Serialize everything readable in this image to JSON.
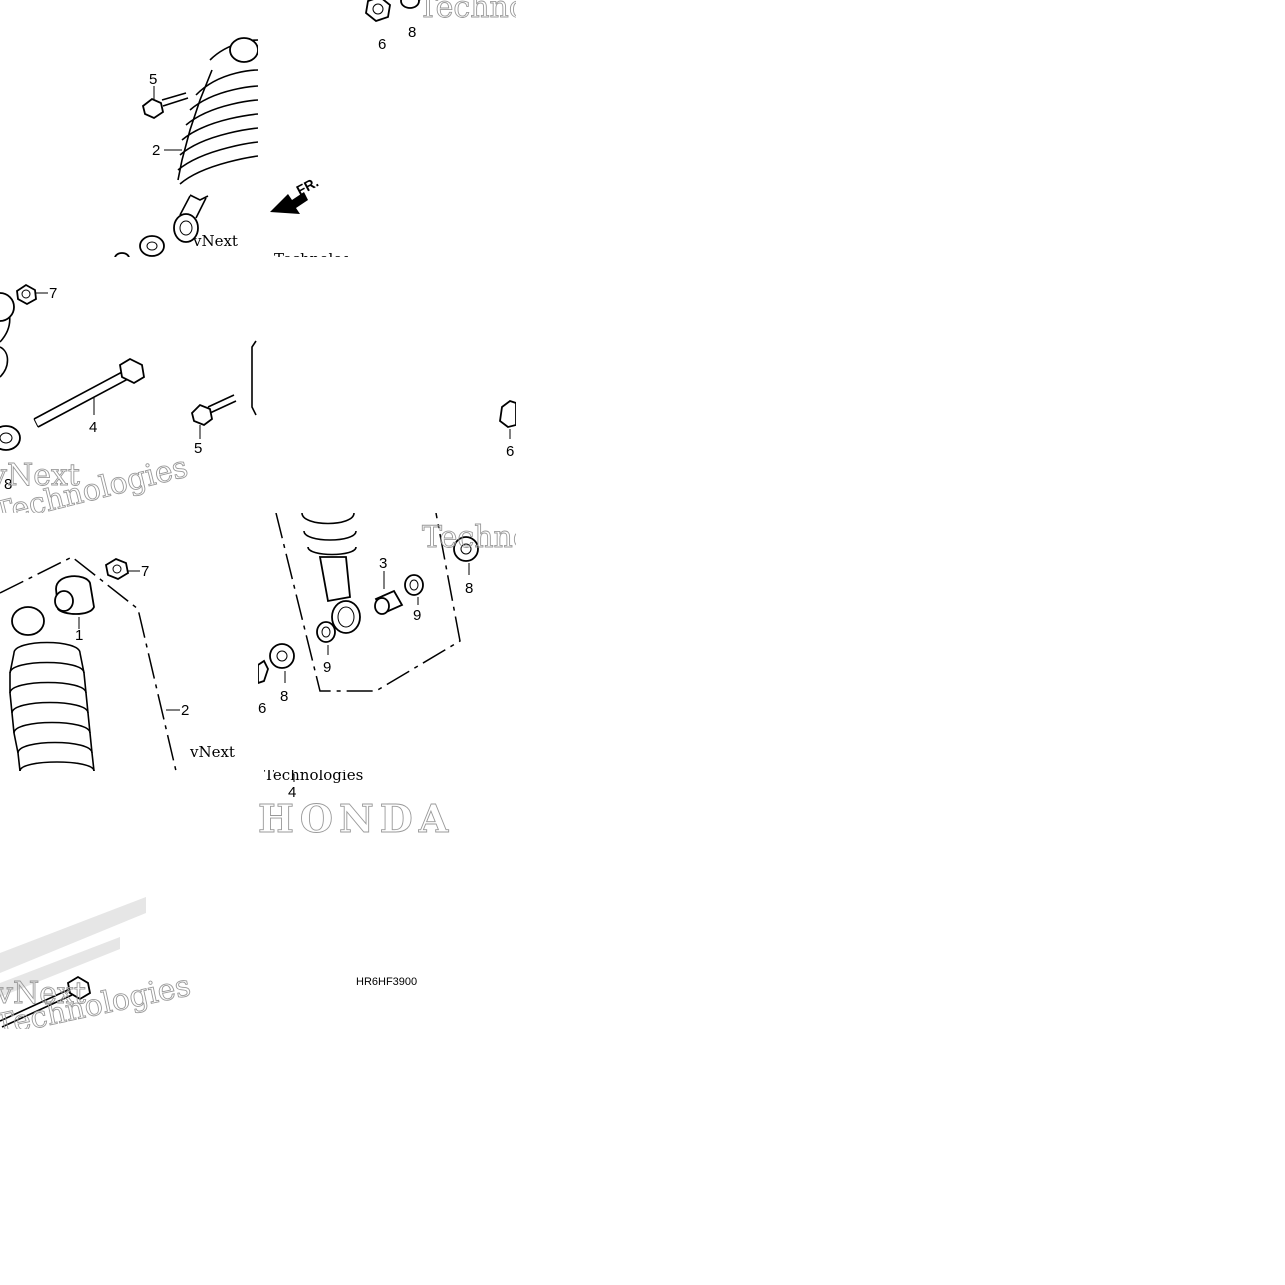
{
  "diagram": {
    "code": "HR6HF3900",
    "watermark": {
      "brand": "Techno",
      "line1": "vNext",
      "line2": "Technologies",
      "logo": "HONDA"
    },
    "callouts": {
      "t1": [
        "6",
        "8"
      ],
      "t2": [
        "5",
        "2"
      ],
      "t2_arrow": "FR.",
      "t3": [
        "7",
        "4",
        "5",
        "8"
      ],
      "t4": [
        "6"
      ],
      "t5": [
        "7",
        "1",
        "2"
      ],
      "t6": [
        "3",
        "9",
        "8",
        "9",
        "8",
        "6"
      ],
      "t7": [
        "4"
      ]
    }
  }
}
